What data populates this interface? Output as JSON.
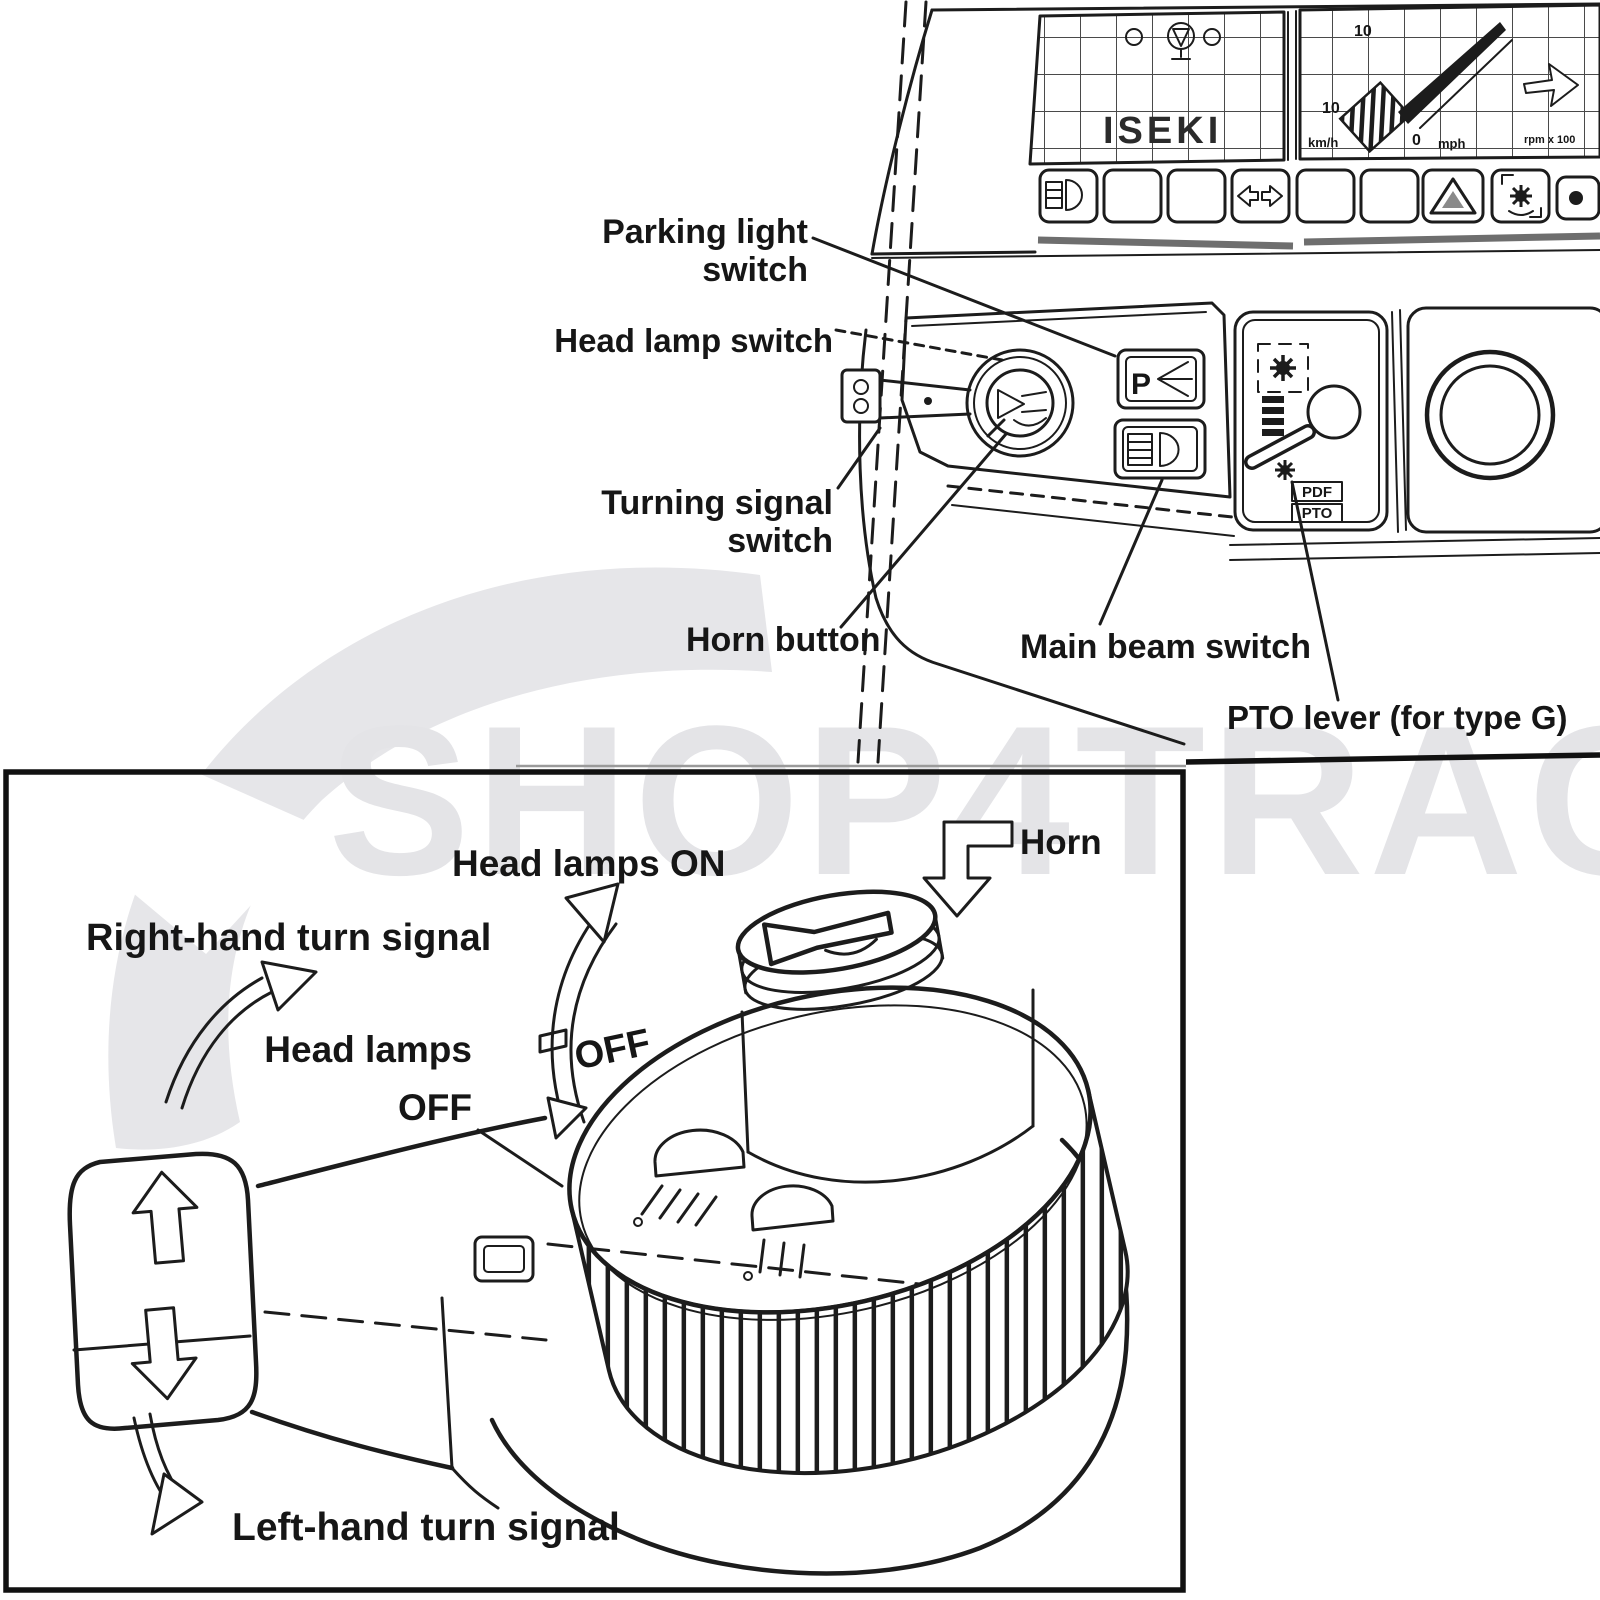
{
  "watermark": {
    "text": "SHOP4TRAC",
    "color": "#e4e4e7"
  },
  "instrument_cluster": {
    "brand_logo": "ISEKI",
    "speedometer": {
      "tick_top": "10",
      "tick_left": "10",
      "tick_zero": "0",
      "unit_kmh": "km/h",
      "unit_mph": "mph",
      "unit_rpm": "rpm x 100"
    }
  },
  "pto_panel": {
    "tag_top": "PDF",
    "tag_bottom": "PTO"
  },
  "callouts_top": {
    "parking_line1": "Parking light",
    "parking_line2": "switch",
    "head_lamp": "Head lamp switch",
    "turning_line1": "Turning signal",
    "turning_line2": "switch",
    "horn_button": "Horn button",
    "main_beam": "Main beam switch",
    "pto_lever": "PTO lever (for type G)"
  },
  "callouts_bottom": {
    "head_lamps_on": "Head lamps ON",
    "horn": "Horn",
    "right_turn": "Right-hand turn signal",
    "head_lamps_off_line1": "Head lamps",
    "head_lamps_off_line2": "OFF",
    "dial_off": "OFF",
    "left_turn": "Left-hand turn signal"
  }
}
